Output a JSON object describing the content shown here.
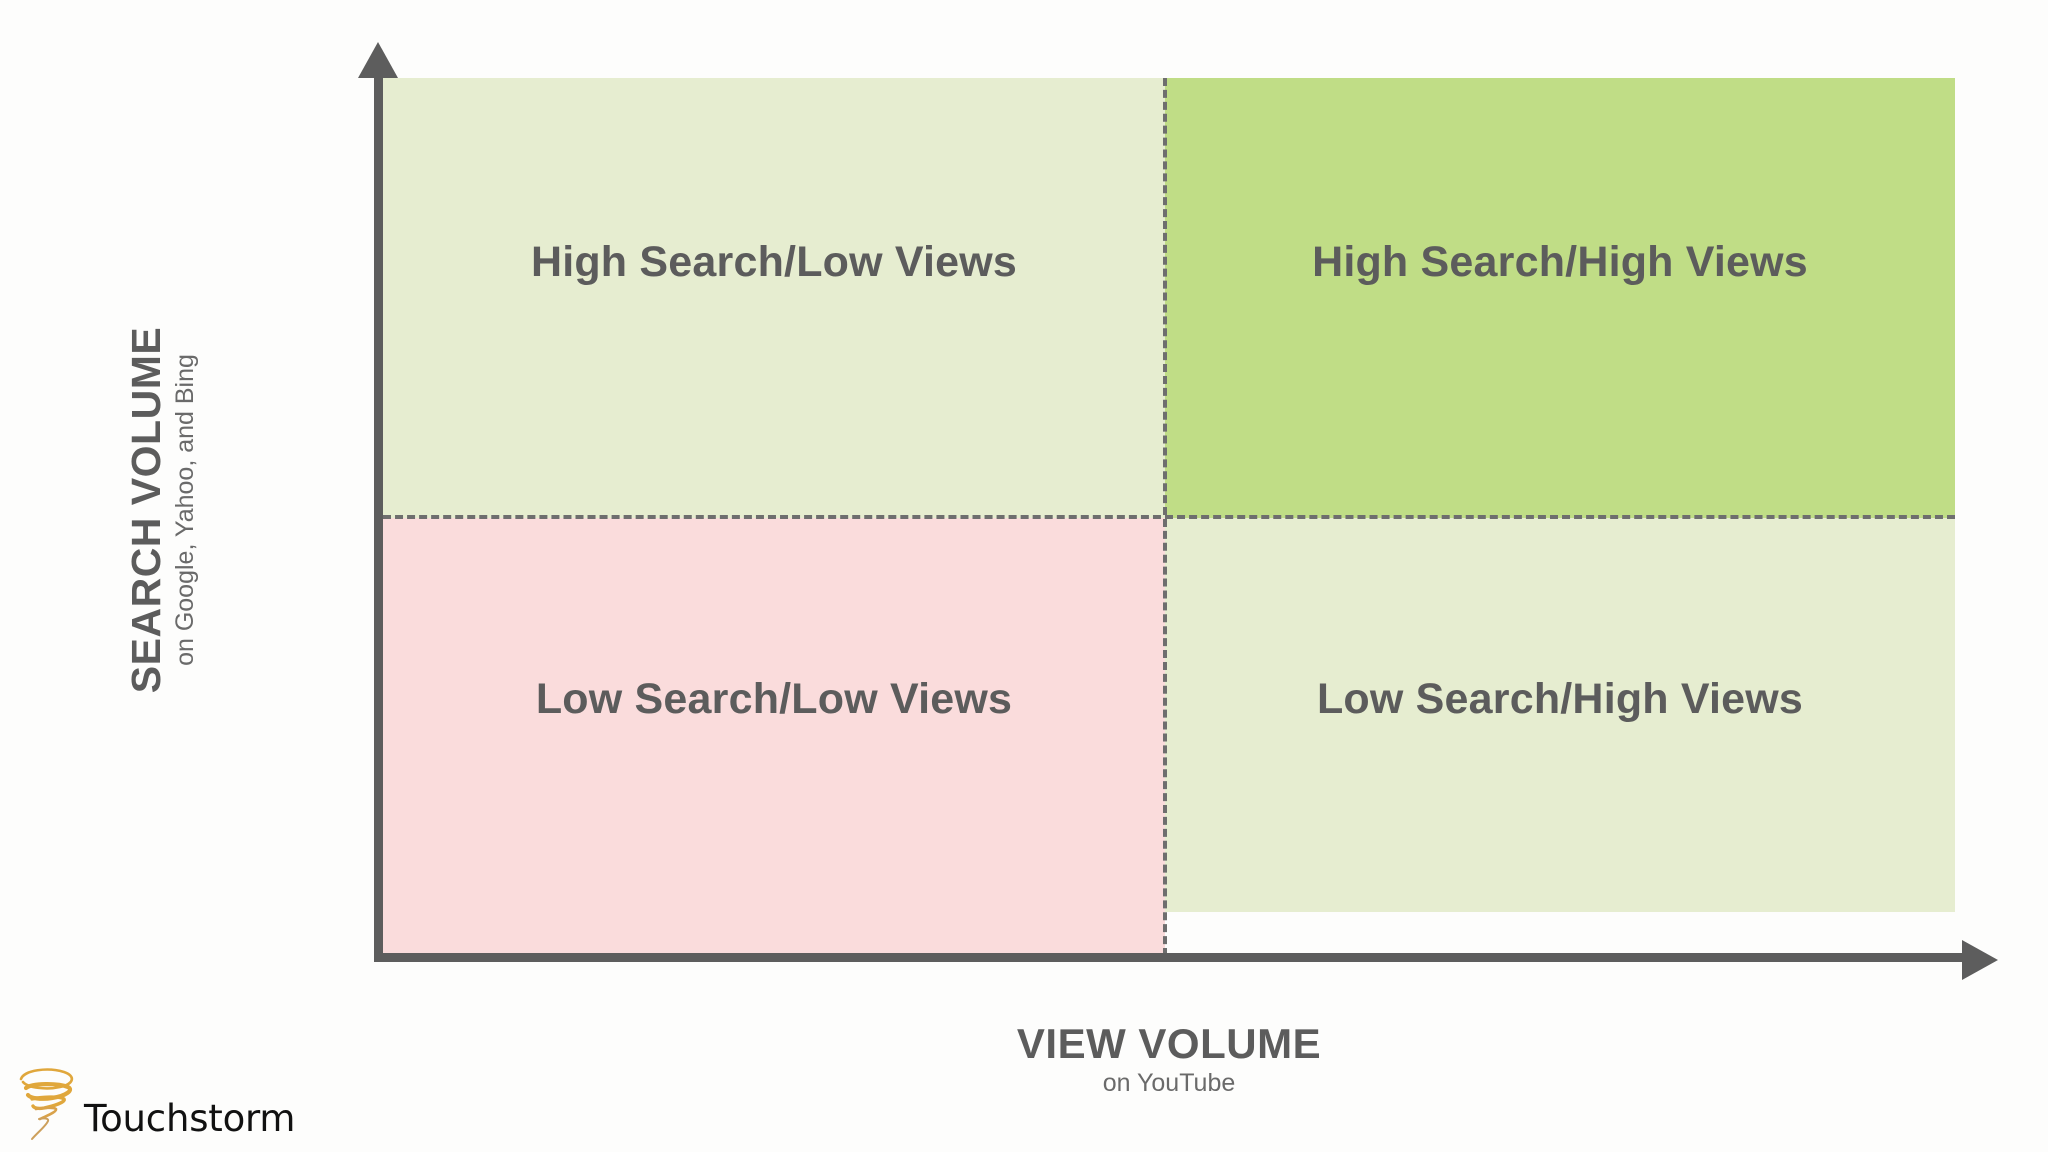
{
  "chart_data": {
    "type": "table",
    "title": "",
    "xlabel": "VIEW VOLUME",
    "xlabel_sub": "on YouTube",
    "ylabel": "SEARCH VOLUME",
    "ylabel_sub": "on Google, Yahoo, and Bing",
    "grid": false,
    "legend": "none",
    "layout": "2x2-quadrant-matrix",
    "axes": {
      "x": {
        "low_label": "Low Views",
        "high_label": "High Views",
        "arrow": "right"
      },
      "y": {
        "low_label": "Low Search",
        "high_label": "High Search",
        "arrow": "up"
      }
    },
    "quadrants": [
      {
        "id": "high-search-low-views",
        "label": "High Search/Low Views",
        "position": "top-left",
        "x_level": "low",
        "y_level": "high",
        "fill": "#e6edd0"
      },
      {
        "id": "high-search-high-views",
        "label": "High Search/High Views",
        "position": "top-right",
        "x_level": "high",
        "y_level": "high",
        "fill": "#c0dd86"
      },
      {
        "id": "low-search-low-views",
        "label": "Low Search/Low Views",
        "position": "bottom-left",
        "x_level": "low",
        "y_level": "low",
        "fill": "#fadcdc"
      },
      {
        "id": "low-search-high-views",
        "label": "Low Search/High Views",
        "position": "bottom-right",
        "x_level": "high",
        "y_level": "low",
        "fill": "#e6edd0"
      }
    ]
  },
  "axis": {
    "y": {
      "title": "SEARCH VOLUME",
      "subtitle": "on Google, Yahoo, and Bing"
    },
    "x": {
      "title": "VIEW VOLUME",
      "subtitle": "on YouTube"
    }
  },
  "quadrant_labels": {
    "top_left": "High Search/Low Views",
    "top_right": "High Search/High Views",
    "bottom_left": "Low Search/Low Views",
    "bottom_right": "Low Search/High Views"
  },
  "brand": {
    "name": "Touchstorm",
    "mark": "tornado-swirl-icon",
    "mark_color": "#e0a73c"
  },
  "colors": {
    "background": "#fdfdfc",
    "axis": "#5d5d5d",
    "divider": "#6e6e6e",
    "text": "#5c5c5c",
    "quadrant_pale_green": "#e6edd0",
    "quadrant_green": "#c0dd86",
    "quadrant_pink": "#fadcdc",
    "brand_gold": "#e0a73c",
    "brand_text": "#111111"
  }
}
